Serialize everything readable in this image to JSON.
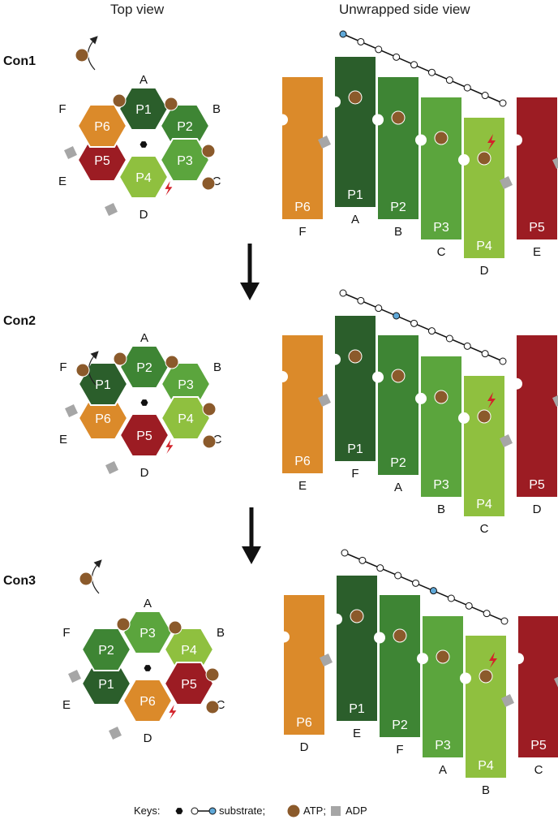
{
  "headers": {
    "top_view": "Top view",
    "side_view": "Unwrapped side view"
  },
  "colors": {
    "P1": "#2b5e2b",
    "P2": "#3e8534",
    "P3": "#5ba53d",
    "P4": "#8fc03f",
    "P5": "#9c1c23",
    "P6": "#db8a2a",
    "atp": "#8b5a2b",
    "adp": "#a6a6a6",
    "lightning": "#d3222a",
    "substrate_node": "#ffffff",
    "substrate_active": "#5fa8d8"
  },
  "states": [
    {
      "name": "Con1",
      "top_positions": {
        "A": "P1",
        "B": "P2",
        "C": "P3",
        "D": "P4",
        "E": "P5",
        "F": "P6"
      },
      "side": {
        "order": [
          "P6",
          "P1",
          "P2",
          "P3",
          "P4",
          "P5"
        ],
        "positions": [
          "F",
          "A",
          "B",
          "C",
          "D",
          "E"
        ]
      }
    },
    {
      "name": "Con2",
      "top_positions": {
        "A": "P2",
        "B": "P3",
        "C": "P4",
        "D": "P5",
        "E": "P6",
        "F": "P1"
      },
      "side": {
        "order": [
          "P6",
          "P1",
          "P2",
          "P3",
          "P4",
          "P5"
        ],
        "positions": [
          "E",
          "F",
          "A",
          "B",
          "C",
          "D"
        ]
      }
    },
    {
      "name": "Con3",
      "top_positions": {
        "A": "P3",
        "B": "P4",
        "C": "P5",
        "D": "P6",
        "E": "P1",
        "F": "P2"
      },
      "side": {
        "order": [
          "P6",
          "P1",
          "P2",
          "P3",
          "P4",
          "P5"
        ],
        "positions": [
          "D",
          "E",
          "F",
          "A",
          "B",
          "C"
        ]
      }
    }
  ],
  "keys": {
    "label": "Keys:",
    "substrate": "substrate;",
    "atp": "ATP;",
    "adp": "ADP"
  }
}
